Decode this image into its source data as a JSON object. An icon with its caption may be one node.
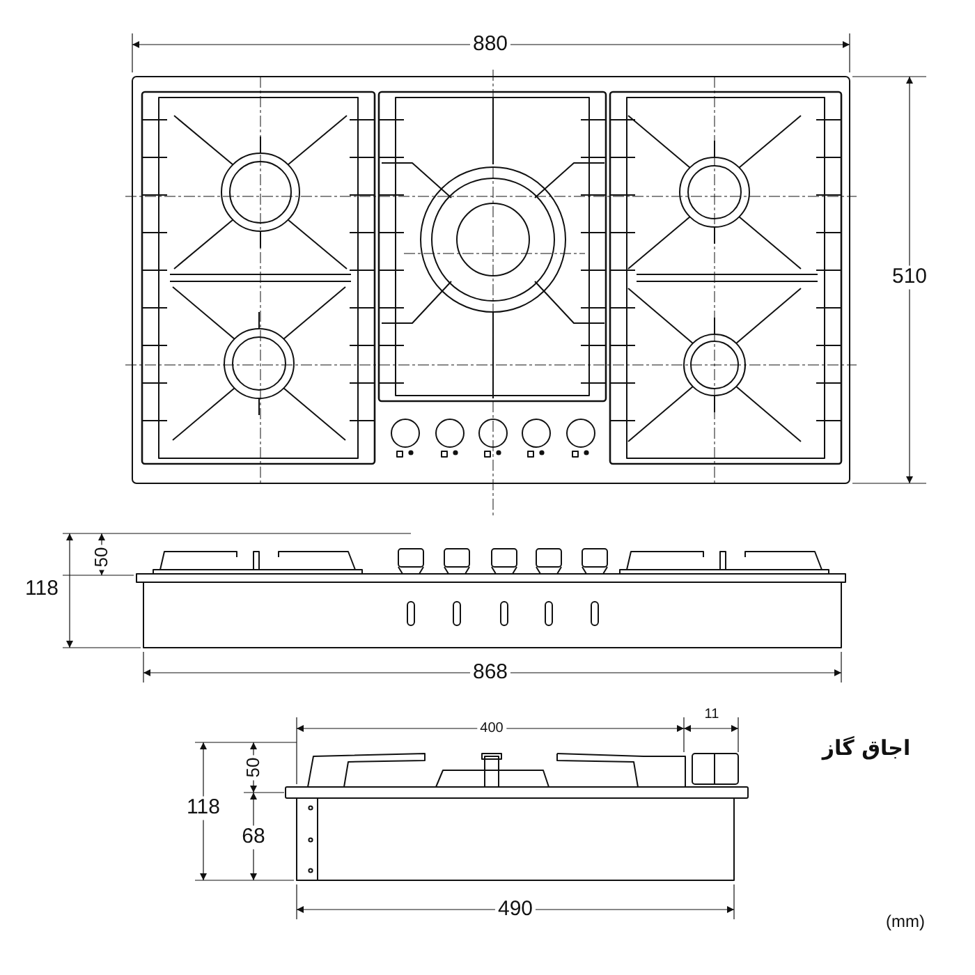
{
  "diagram": {
    "labels": [
      "880",
      "510",
      "50",
      "118",
      "868",
      "400",
      "11",
      "اجاق گاز",
      "50",
      "118",
      "68",
      "490",
      "(mm)"
    ]
  }
}
